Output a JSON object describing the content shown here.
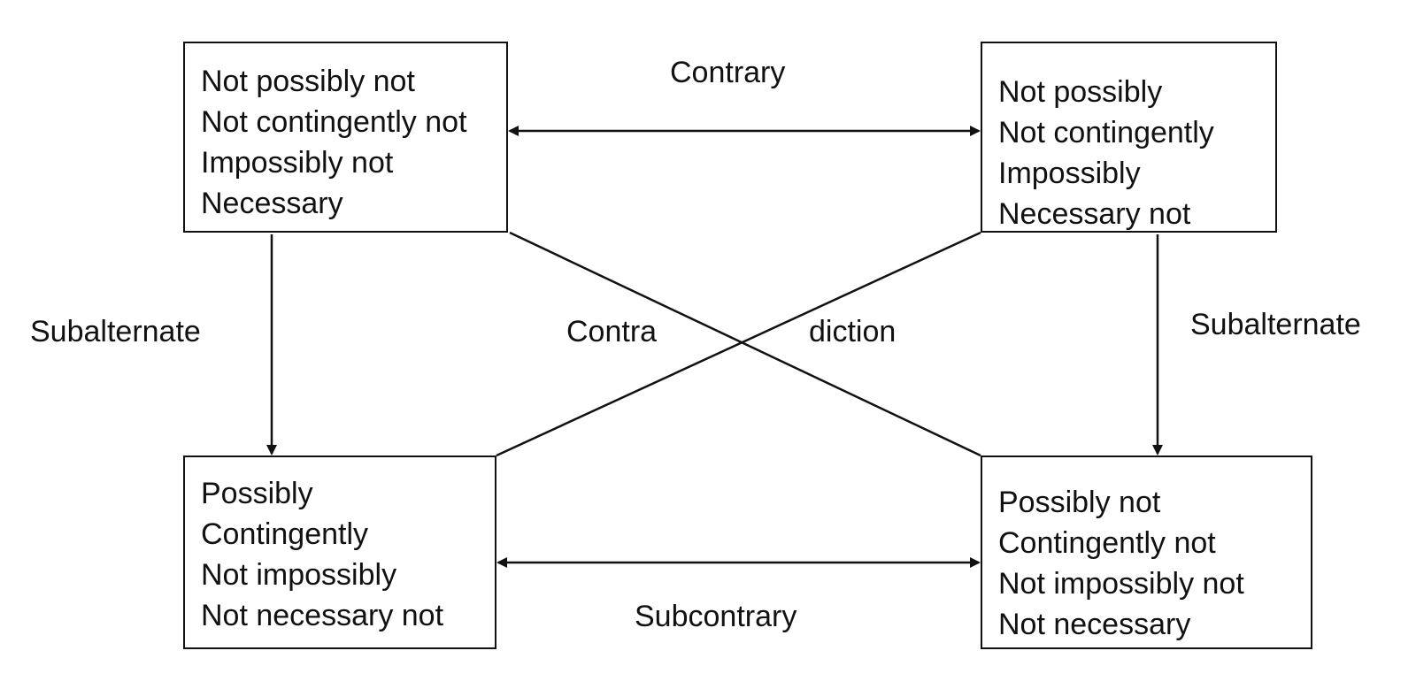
{
  "diagram": {
    "boxes": {
      "top_left": {
        "lines": [
          "Not possibly not",
          "Not contingently not",
          "Impossibly not",
          "Necessary"
        ]
      },
      "top_right": {
        "lines": [
          "Not possibly",
          "Not contingently",
          "Impossibly",
          "Necessary not"
        ]
      },
      "bottom_left": {
        "lines": [
          "Possibly",
          "Contingently",
          "Not impossibly",
          "Not necessary not"
        ]
      },
      "bottom_right": {
        "lines": [
          "Possibly not",
          "Contingently not",
          "Not impossibly not",
          "Not necessary"
        ]
      }
    },
    "relations": {
      "contrary": "Contrary",
      "subalternate_left": "Subalternate",
      "subalternate_right": "Subalternate",
      "contradiction_part1": "Contra",
      "contradiction_part2": "diction",
      "subcontrary": "Subcontrary"
    },
    "colors": {
      "line": "#111111",
      "background": "#ffffff"
    }
  }
}
